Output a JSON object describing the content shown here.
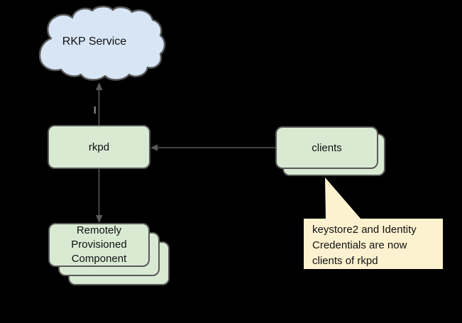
{
  "diagram": {
    "title_hint": "rkpd architecture diagram",
    "background_color": "#000000",
    "connector_color": "#595959",
    "nodes": {
      "cloud": {
        "label": "RKP Service",
        "shape": "cloud",
        "fill": "#d7e5f5",
        "border": "#595959"
      },
      "rkpd": {
        "label": "rkpd",
        "shape": "rounded-rect",
        "fill": "#d9ead3",
        "border": "#595959"
      },
      "clients": {
        "label": "clients",
        "shape": "stacked-rounded-rect",
        "stack_count": 2,
        "fill": "#d9ead3",
        "border": "#595959"
      },
      "rpc": {
        "label_lines": [
          "Remotely",
          "Provisioned",
          "Component"
        ],
        "shape": "stacked-rounded-rect",
        "stack_count": 3,
        "fill": "#d9ead3",
        "border": "#595959"
      }
    },
    "callout": {
      "lines": [
        "keystore2 and Identity",
        "Credentials are now",
        "clients of rkpd"
      ],
      "fill": "#fdf2d0",
      "points_to": "clients"
    },
    "edges": [
      {
        "from": "rkpd",
        "to": "cloud",
        "arrowhead": "up"
      },
      {
        "from": "clients",
        "to": "rkpd",
        "arrowhead": "left"
      },
      {
        "from": "rkpd",
        "to": "rpc",
        "arrowhead": "down"
      }
    ]
  }
}
